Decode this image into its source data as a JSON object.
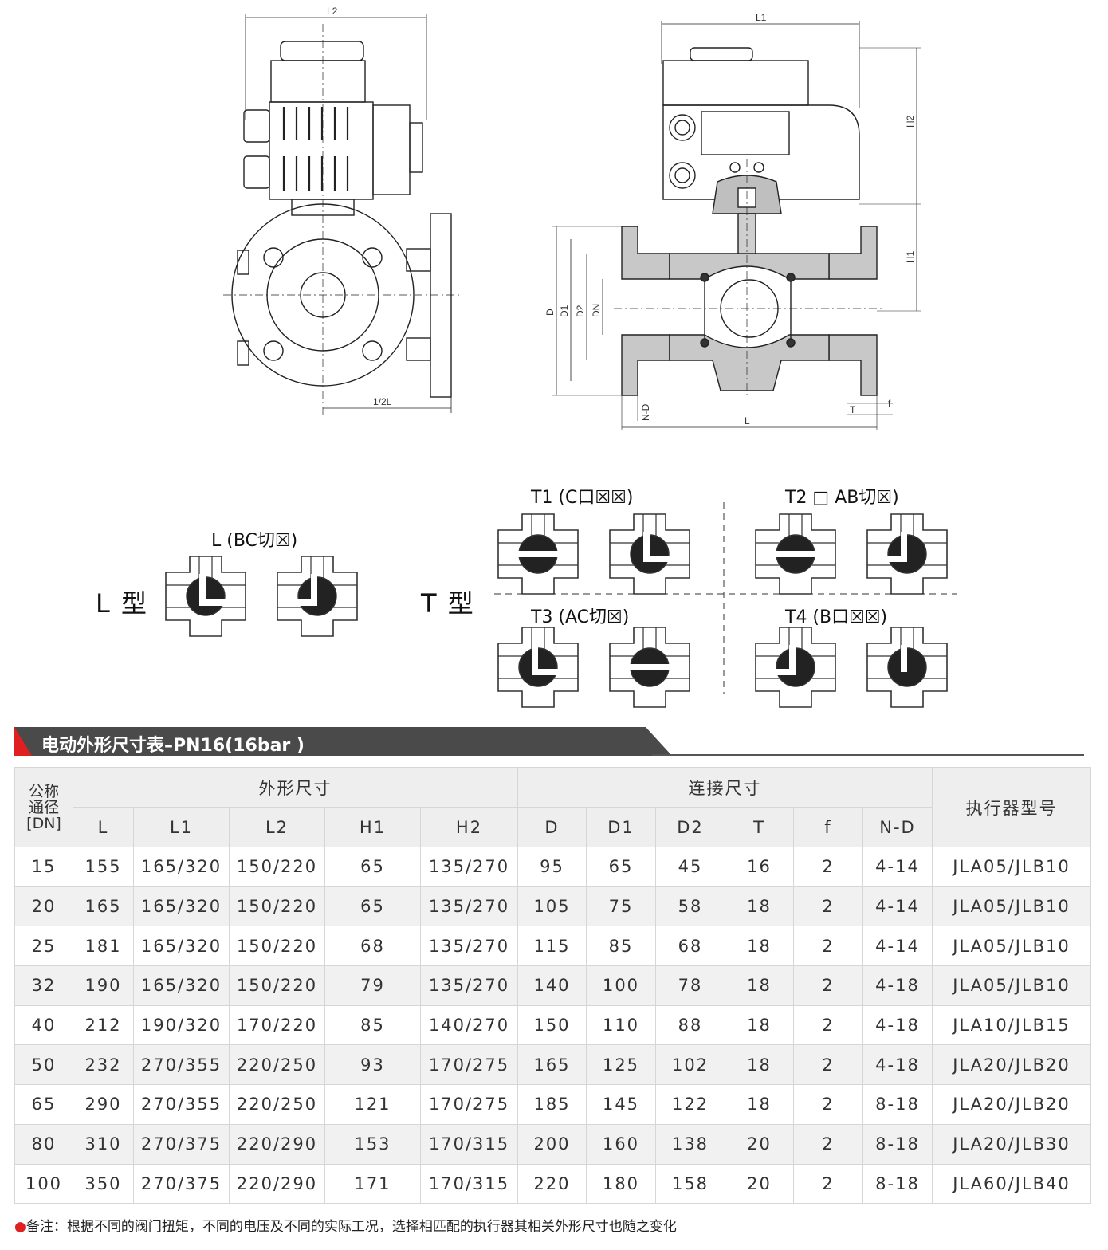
{
  "drawing_labels": {
    "l2": "L2",
    "half_l": "1/2L",
    "l1": "L1",
    "h2": "H2",
    "h1": "H1",
    "d": "D",
    "d1": "D1",
    "d2": "D2",
    "dn": "DN",
    "nd": "N-D",
    "t": "T",
    "f": "f",
    "l": "L"
  },
  "flow": {
    "l_caption": "L (BC切☒)",
    "l_type": "L 型",
    "t_type": "T 型",
    "t1": "T1 (C口☒☒)",
    "t2": "T2 □ AB切☒)",
    "t3": "T3 (AC切☒)",
    "t4": "T4 (B口☒☒)"
  },
  "table_title": "电动外形尺寸表–PN16(16bar )",
  "table": {
    "dn_header": [
      "公称",
      "通径",
      "[DN]"
    ],
    "group_outer": "外形尺寸",
    "group_conn": "连接尺寸",
    "actuator_header": "执行器型号",
    "columns": [
      "L",
      "L1",
      "L2",
      "H1",
      "H2",
      "D",
      "D1",
      "D2",
      "T",
      "f",
      "N-D"
    ],
    "rows": [
      [
        "15",
        "155",
        "165/320",
        "150/220",
        "65",
        "135/270",
        "95",
        "65",
        "45",
        "16",
        "2",
        "4-14",
        "JLA05/JLB10"
      ],
      [
        "20",
        "165",
        "165/320",
        "150/220",
        "65",
        "135/270",
        "105",
        "75",
        "58",
        "18",
        "2",
        "4-14",
        "JLA05/JLB10"
      ],
      [
        "25",
        "181",
        "165/320",
        "150/220",
        "68",
        "135/270",
        "115",
        "85",
        "68",
        "18",
        "2",
        "4-14",
        "JLA05/JLB10"
      ],
      [
        "32",
        "190",
        "165/320",
        "150/220",
        "79",
        "135/270",
        "140",
        "100",
        "78",
        "18",
        "2",
        "4-18",
        "JLA05/JLB10"
      ],
      [
        "40",
        "212",
        "190/320",
        "170/220",
        "85",
        "140/270",
        "150",
        "110",
        "88",
        "18",
        "2",
        "4-18",
        "JLA10/JLB15"
      ],
      [
        "50",
        "232",
        "270/355",
        "220/250",
        "93",
        "170/275",
        "165",
        "125",
        "102",
        "18",
        "2",
        "4-18",
        "JLA20/JLB20"
      ],
      [
        "65",
        "290",
        "270/355",
        "220/250",
        "121",
        "170/275",
        "185",
        "145",
        "122",
        "18",
        "2",
        "8-18",
        "JLA20/JLB20"
      ],
      [
        "80",
        "310",
        "270/375",
        "220/290",
        "153",
        "170/315",
        "200",
        "160",
        "138",
        "20",
        "2",
        "8-18",
        "JLA20/JLB30"
      ],
      [
        "100",
        "350",
        "270/375",
        "220/290",
        "171",
        "170/315",
        "220",
        "180",
        "158",
        "20",
        "2",
        "8-18",
        "JLA60/JLB40"
      ]
    ]
  },
  "note_bullet": "●",
  "note": "备注：根据不同的阀门扭矩，不同的电压及不同的实际工况，选择相匹配的执行器其相关外形尺寸也随之变化",
  "colors": {
    "banner": "#4a4a4a",
    "accent": "#e02020",
    "row_alt": "#f1f1f1",
    "header_bg": "#eeeeee"
  }
}
